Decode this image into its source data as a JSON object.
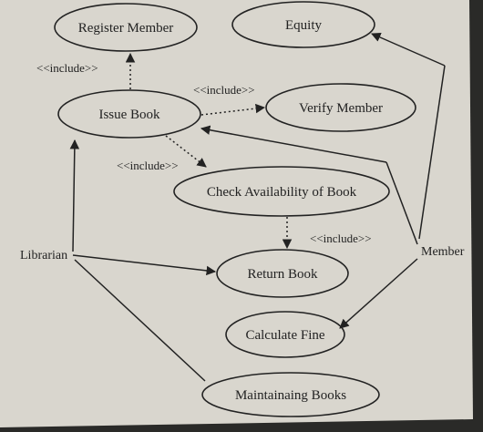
{
  "use_cases": {
    "register_member": "Register Member",
    "equity": "Equity",
    "issue_book": "Issue Book",
    "verify_member": "Verify Member",
    "check_availability": "Check Availability of Book",
    "return_book": "Return Book",
    "calculate_fine": "Calculate Fine",
    "maintaining_books": "Maintainaing Books"
  },
  "actors": {
    "librarian": "Librarian",
    "member": "Member"
  },
  "relations": {
    "include_1": "<<include>>",
    "include_2": "<<include>>",
    "include_3": "<<include>>",
    "include_4": "<<include>>"
  },
  "colors": {
    "paper": "#d9d6ce",
    "ink": "#222222",
    "backdrop": "#2a2a28"
  }
}
